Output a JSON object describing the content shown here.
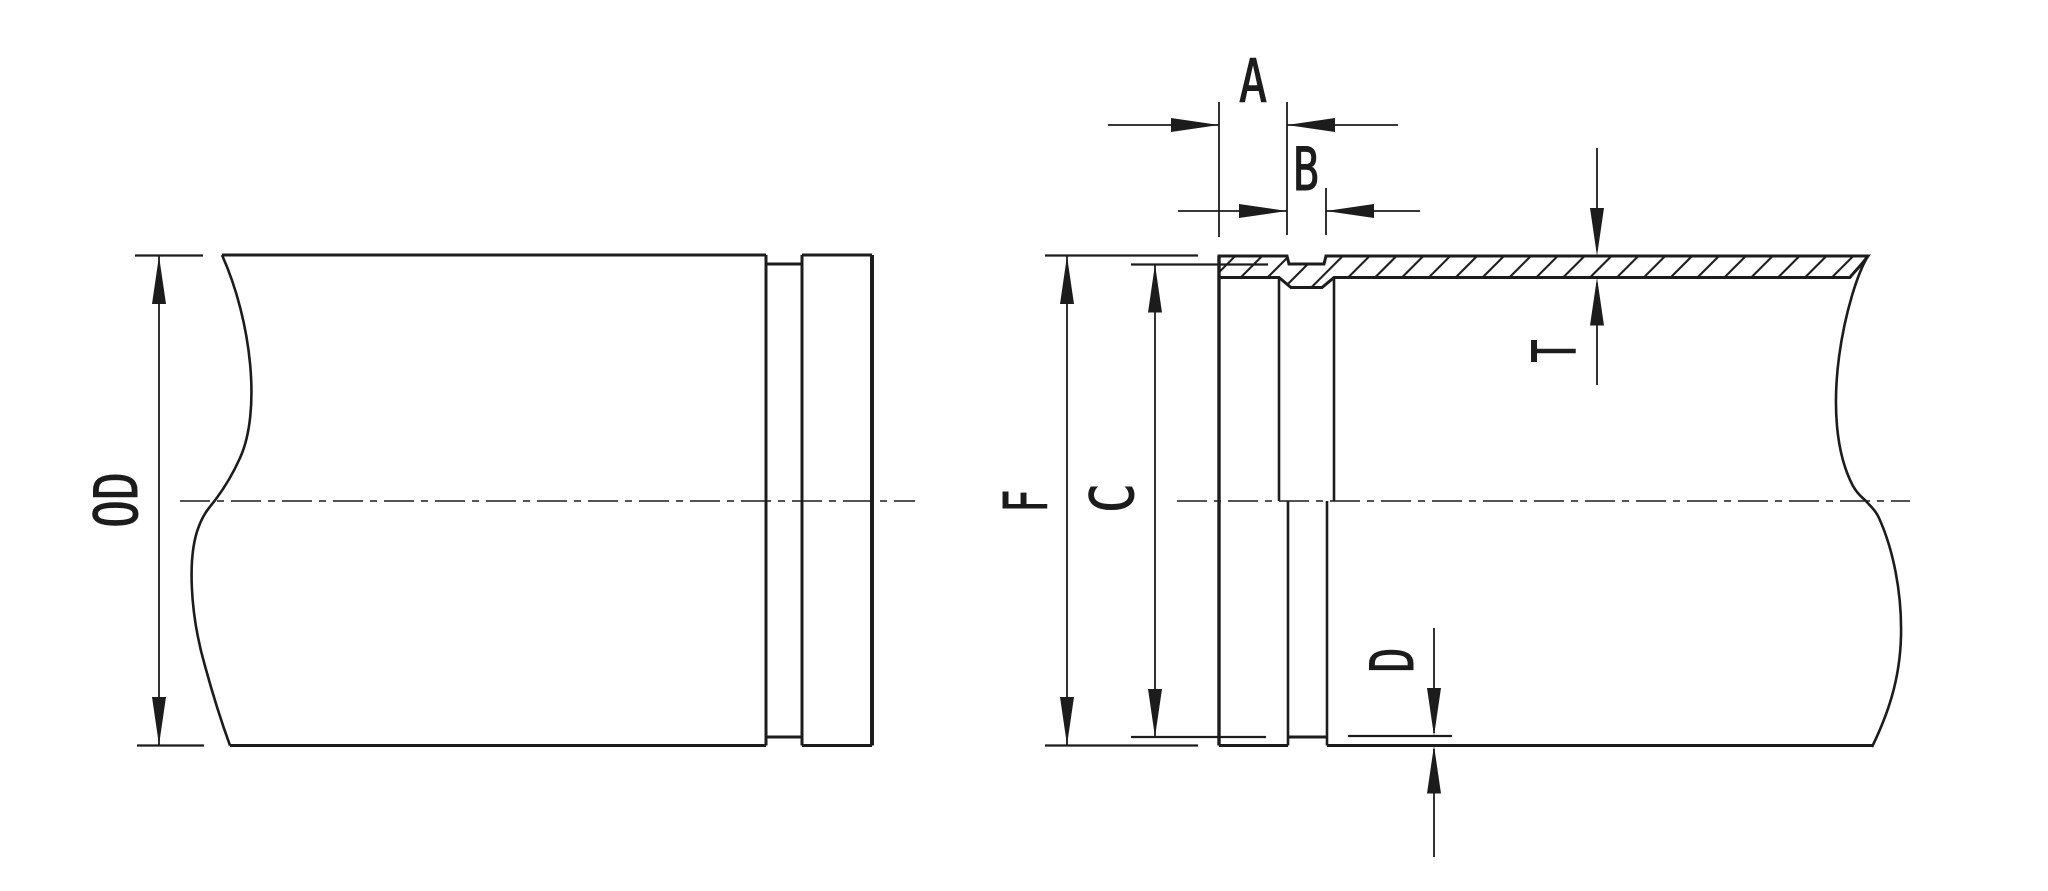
{
  "drawing": {
    "background_color": "#ffffff",
    "line_color": "#1c1c1c",
    "dimension_labels": {
      "od": "OD",
      "a": "A",
      "b": "B",
      "c": "C",
      "d": "D",
      "f": "F",
      "t": "T"
    }
  }
}
